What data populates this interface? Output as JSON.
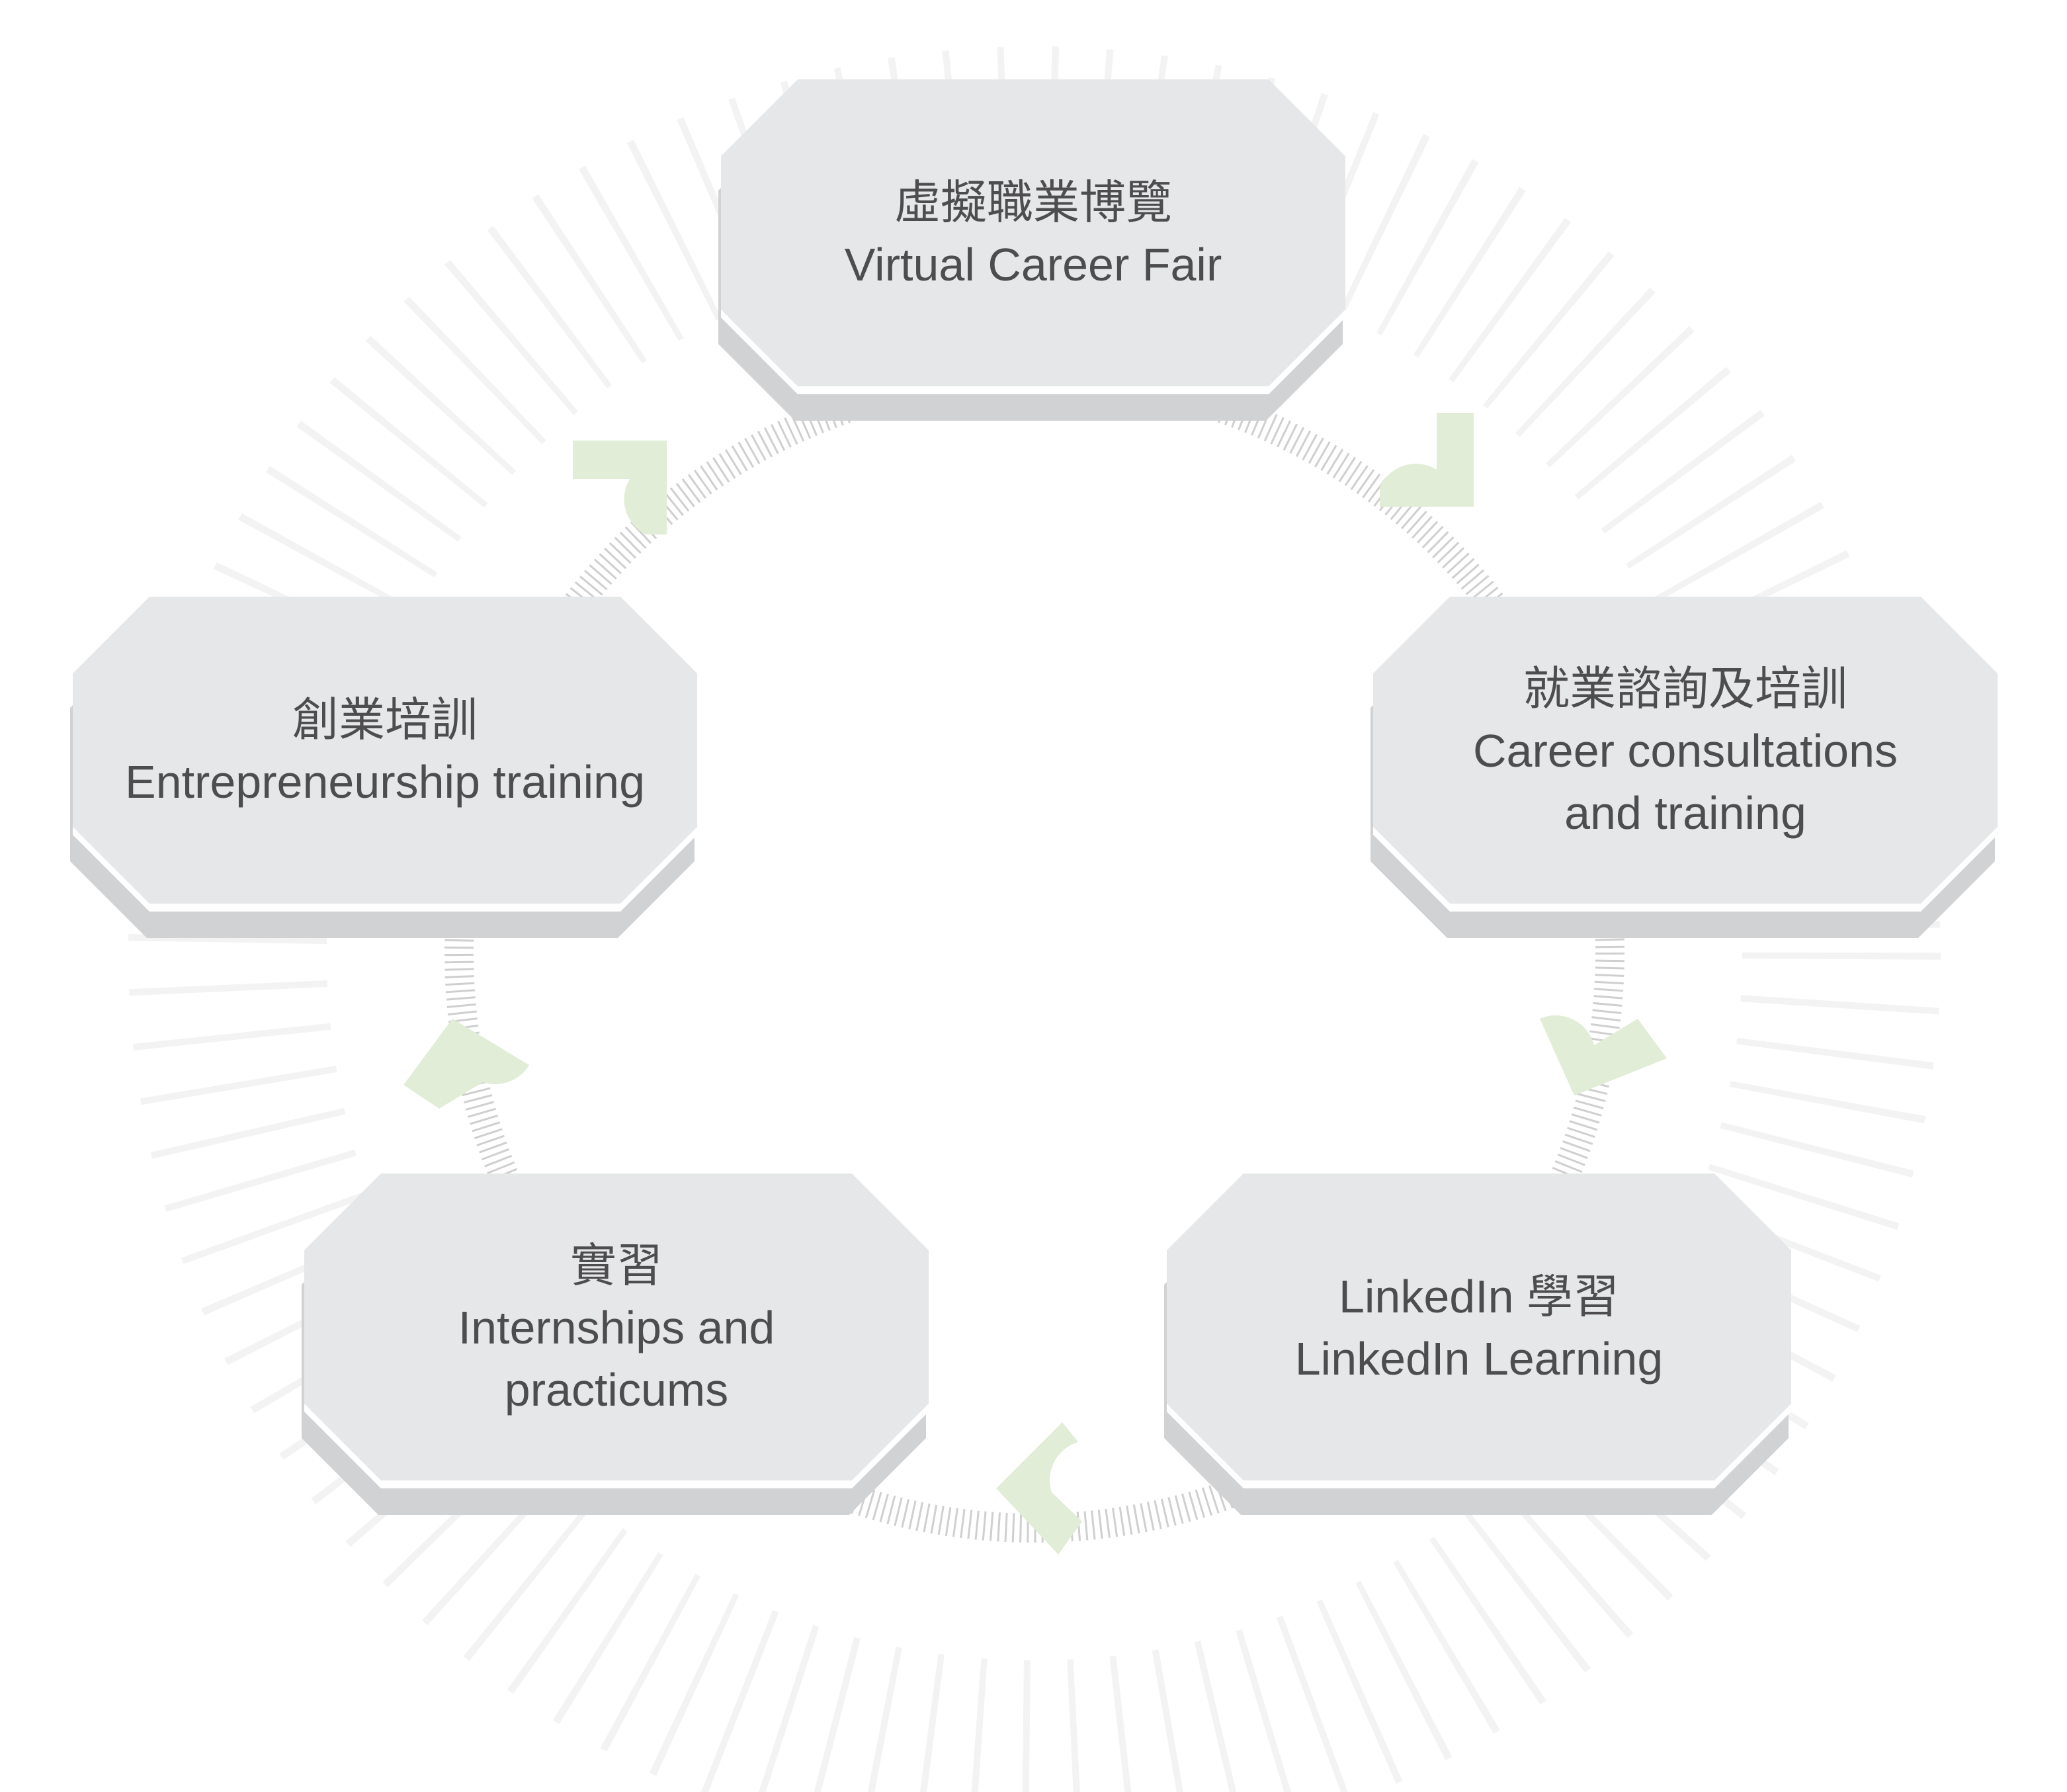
{
  "colors": {
    "face": "#e6e7e8",
    "shadow": "#d1d2d4",
    "text": "#4d4d4f",
    "arrow": "#e1edd6",
    "ticks": "#c8c8c8",
    "bg_rays": "#f3f3f3"
  },
  "steps": [
    {
      "zh": "虛擬職業博覽",
      "en": [
        "Virtual Career Fair"
      ]
    },
    {
      "zh": "就業諮詢及培訓",
      "en": [
        "Career consultations",
        "and training"
      ]
    },
    {
      "zh": "LinkedIn 學習",
      "en": [
        "LinkedIn Learning"
      ]
    },
    {
      "zh": "實習",
      "en": [
        "Internships and",
        "practicums"
      ]
    },
    {
      "zh": "創業培訓",
      "en": [
        "Entrepreneurship training"
      ]
    }
  ]
}
